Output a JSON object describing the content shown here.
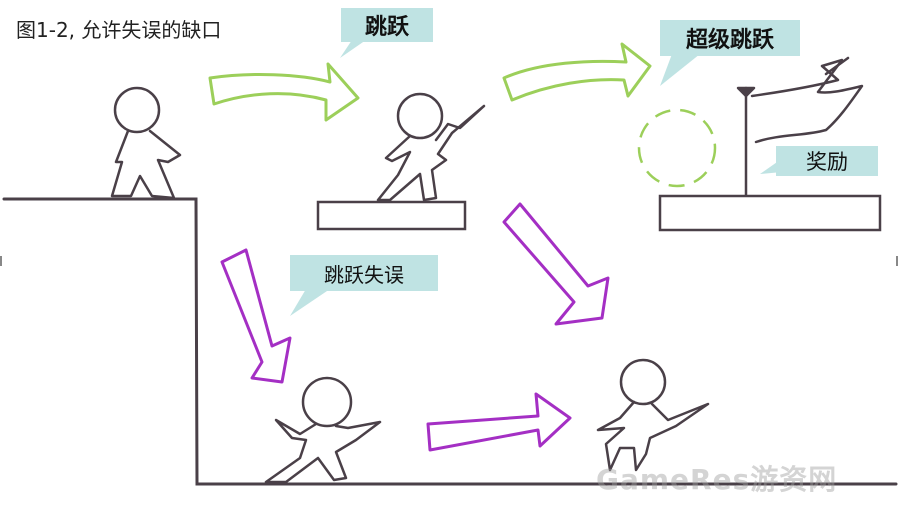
{
  "caption": "图1-2, 允许失误的缺口",
  "labels": {
    "jump": "跳跃",
    "super_jump": "超级跳跃",
    "reward": "奖励",
    "jump_fail": "跳跃失误"
  },
  "watermark": "GameRes游资网",
  "colors": {
    "line": "#4a4048",
    "callout": "#bfe3e3",
    "green_arrow": "#9ccf5a",
    "purple_arrow": "#a42fc4",
    "dashed_circle": "#9ccf5a"
  }
}
